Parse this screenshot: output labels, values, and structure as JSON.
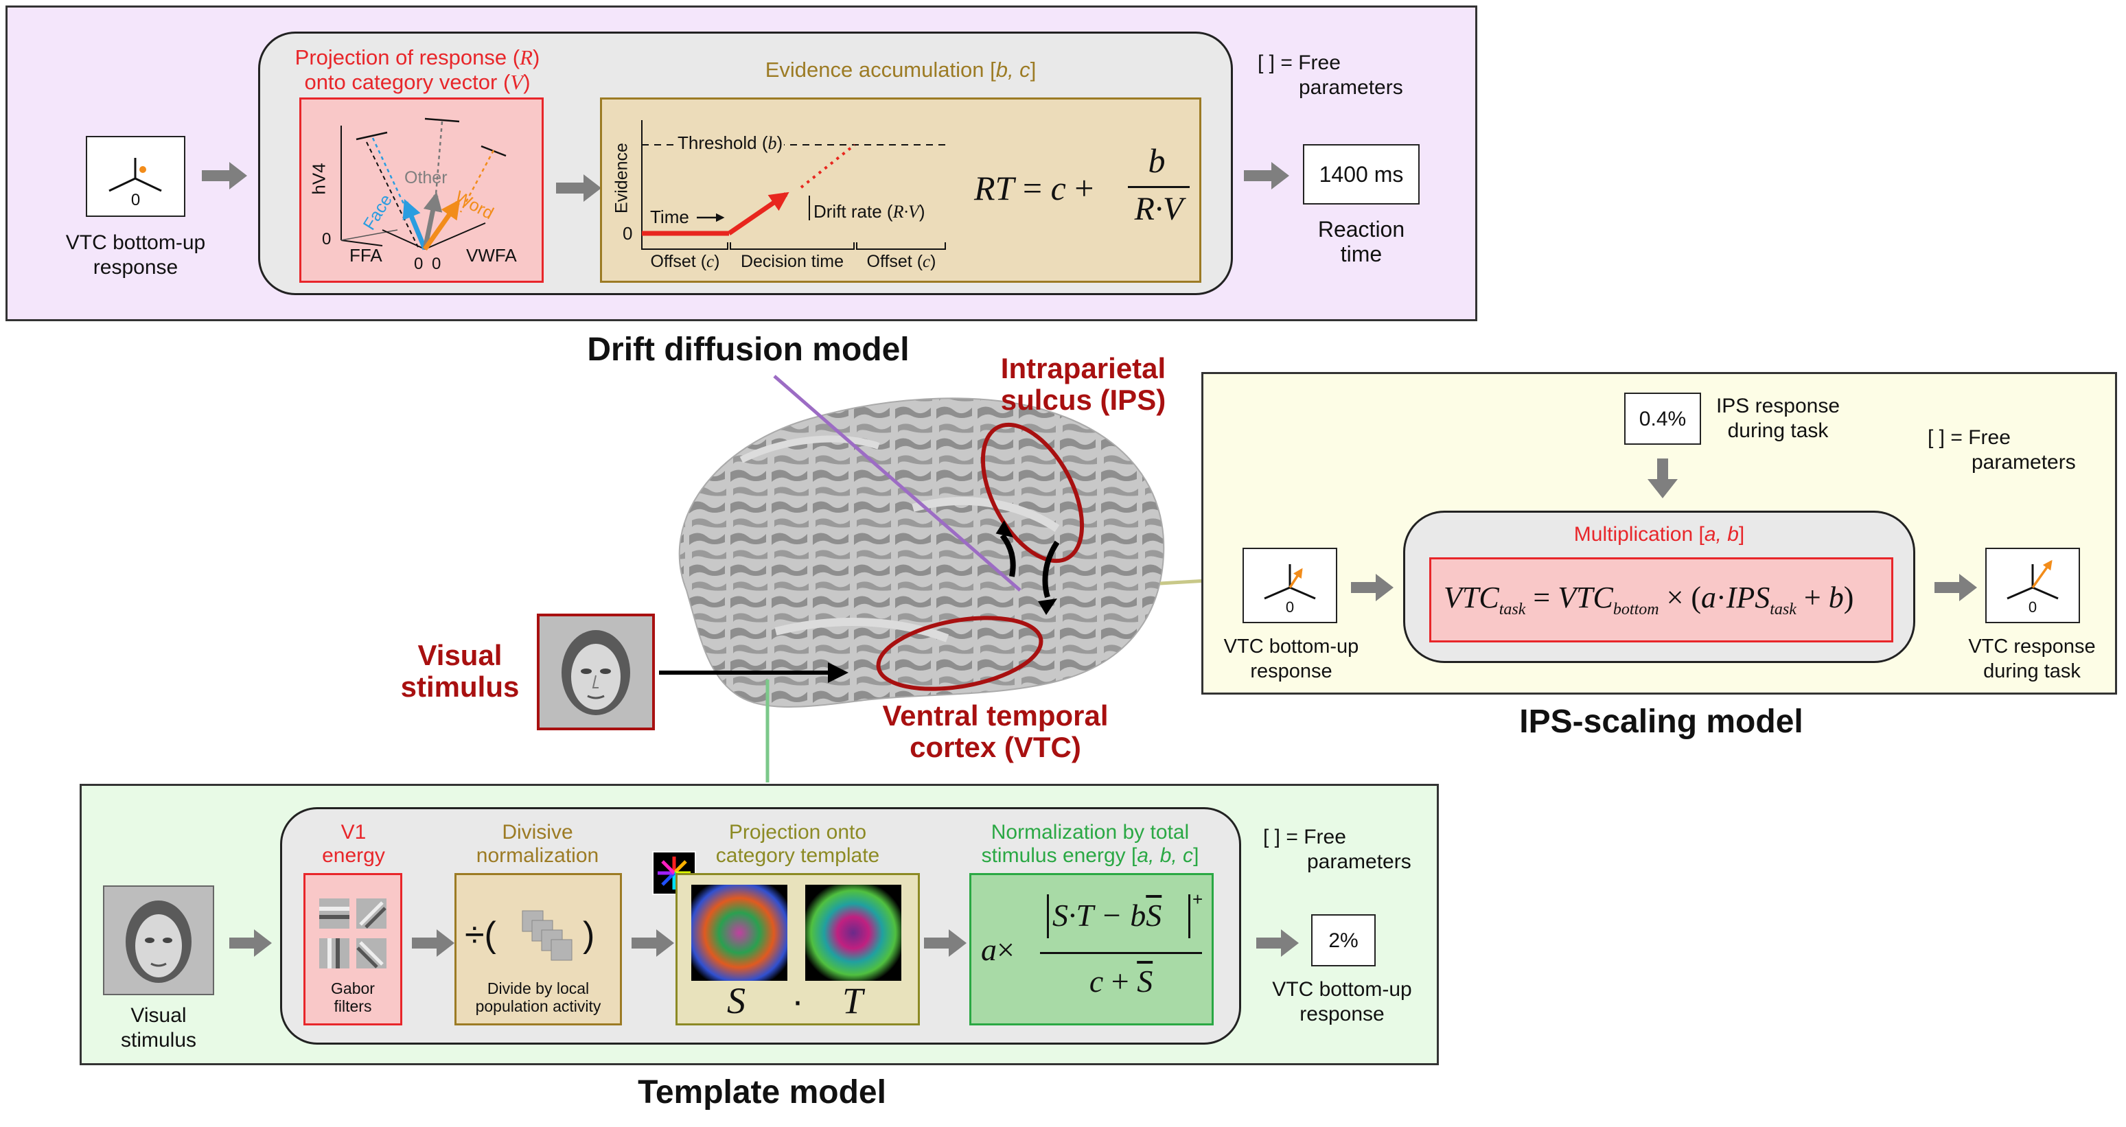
{
  "colors": {
    "ddm_panel_bg": "#f4e6fb",
    "ips_panel_bg": "#fdfde6",
    "template_panel_bg": "#e8fae6",
    "inner_bg": "#e9e9e9",
    "red_box_bg": "#f9c8c8",
    "red_border": "#e8262a",
    "tan_box_bg": "#ecdcba",
    "tan_border": "#9c7b24",
    "olive_box_bg": "#e8e2bc",
    "olive_border": "#8c8a24",
    "green_box_bg": "#a8daa6",
    "green_border": "#2aa844",
    "dark_red_text": "#a81010",
    "face_blue": "#2a9de0",
    "word_orange": "#f28c1a",
    "arrow_gray": "#7f7f7f",
    "evidence_red": "#e8261e",
    "ips_line": "#9c6cc4",
    "ips_scaling_line": "#c8c888",
    "template_line": "#7cc88a"
  },
  "free_parameters": [
    "[ ] = Free",
    "parameters"
  ],
  "ddm": {
    "title": "Drift diffusion model",
    "input_label": [
      "VTC bottom-up",
      "response"
    ],
    "input_zero": "0",
    "projection_title": [
      "Projection of response (",
      "R",
      ")",
      "onto category vector (",
      "V",
      ")"
    ],
    "proj_axes": {
      "y": "hV4",
      "x_left": "FFA",
      "x_right": "VWFA",
      "zero": "0"
    },
    "proj_vectors": {
      "face": "Face",
      "other": "Other",
      "word": "Word"
    },
    "evidence_title": "Evidence accumulation [",
    "evidence_params": "b, c",
    "evidence_title_end": "]",
    "evidence_axis": "Evidence",
    "evidence_zero": "0",
    "threshold": "Threshold (",
    "threshold_var": "b",
    "time_label": "Time",
    "drift_rate": "Drift rate (",
    "drift_var": "R·V",
    "segments": [
      "Offset (",
      "Decision time",
      "Offset ("
    ],
    "segment_var": "c",
    "formula_lhs": "RT",
    "formula_c": "c",
    "formula_num": "b",
    "formula_den": "R·V",
    "output_value": "1400 ms",
    "output_label": [
      "Reaction",
      "time"
    ]
  },
  "center": {
    "ips_label": [
      "Intraparietal",
      "sulcus (IPS)"
    ],
    "vtc_label": [
      "Ventral temporal",
      "cortex (VTC)"
    ],
    "stimulus_label": [
      "Visual",
      "stimulus"
    ]
  },
  "ips": {
    "title": "IPS-scaling model",
    "task_value": "0.4%",
    "task_label": [
      "IPS response",
      "during task"
    ],
    "input_label": [
      "VTC bottom-up",
      "response"
    ],
    "input_zero": "0",
    "multiplication_title": "Multiplication [",
    "multiplication_params": "a, b",
    "multiplication_end": "]",
    "formula": {
      "lhs": "VTC",
      "lhs_sub": "task",
      "rhs": "VTC",
      "rhs_sub": "bottom",
      "a": "a",
      "ips": "IPS",
      "ips_sub": "task",
      "b": "b"
    },
    "output_label": [
      "VTC response",
      "during task"
    ],
    "output_zero": "0"
  },
  "template": {
    "title": "Template model",
    "input_label": [
      "Visual",
      "stimulus"
    ],
    "v1_title": [
      "V1",
      "energy"
    ],
    "v1_caption": [
      "Gabor",
      "filters"
    ],
    "divisive_title": [
      "Divisive",
      "normalization"
    ],
    "divisive_caption": [
      "Divide by local",
      "population activity"
    ],
    "projection_title": [
      "Projection onto",
      "category template"
    ],
    "projection_S": "S",
    "projection_dot": "·",
    "projection_T": "T",
    "norm_title": [
      "Normalization by total",
      "stimulus energy ["
    ],
    "norm_params": "a, b, c",
    "norm_end": "]",
    "norm_formula": {
      "a": "a",
      "num": "S·T − b",
      "sbar": "S",
      "plus": "+",
      "den_c": "c",
      "den_s": "S"
    },
    "output_value": "2%",
    "output_label": [
      "VTC bottom-up",
      "response"
    ]
  }
}
